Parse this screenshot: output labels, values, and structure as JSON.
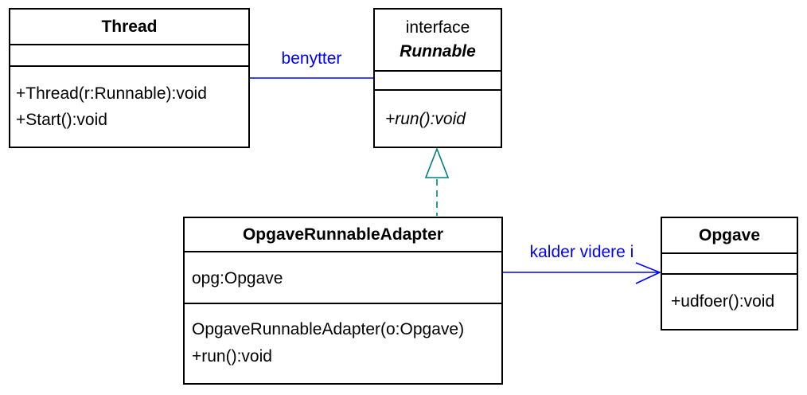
{
  "colors": {
    "background": "#ffffff",
    "box_border": "#000000",
    "text": "#000000",
    "association": "#0000ff",
    "realization": "#008080"
  },
  "classes": {
    "thread": {
      "name": "Thread",
      "attributes": [],
      "methods": [
        "+Thread(r:Runnable):void",
        "+Start():void"
      ]
    },
    "runnable": {
      "stereotype": "interface",
      "name": "Runnable",
      "attributes": [],
      "methods": [
        "+run():void"
      ]
    },
    "adapter": {
      "name": "OpgaveRunnableAdapter",
      "attributes": [
        "opg:Opgave"
      ],
      "methods": [
        "OpgaveRunnableAdapter(o:Opgave)",
        "+run():void"
      ]
    },
    "opgave": {
      "name": "Opgave",
      "attributes": [],
      "methods": [
        "+udfoer():void"
      ]
    }
  },
  "relations": {
    "benytter": {
      "label": "benytter",
      "type": "association"
    },
    "kalder_videre": {
      "label": "kalder videre i",
      "type": "directed-association"
    },
    "realization": {
      "label": "",
      "type": "realization"
    }
  }
}
